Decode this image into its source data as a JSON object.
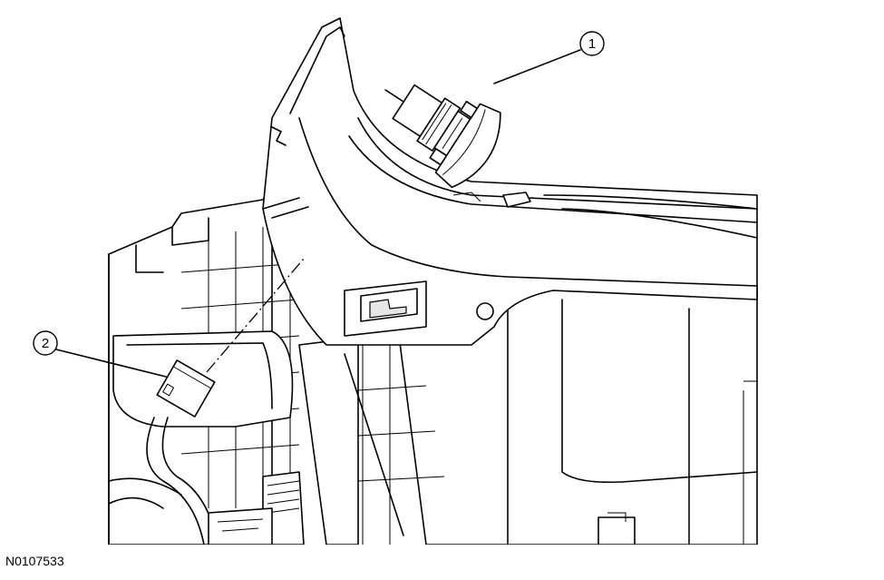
{
  "figure_id": "N0107533",
  "callouts": [
    {
      "label": "1",
      "name": "callout-1"
    },
    {
      "label": "2",
      "name": "callout-2"
    }
  ],
  "colors": {
    "line": "#000000",
    "background": "#ffffff",
    "shade": "#e6e6e6"
  }
}
